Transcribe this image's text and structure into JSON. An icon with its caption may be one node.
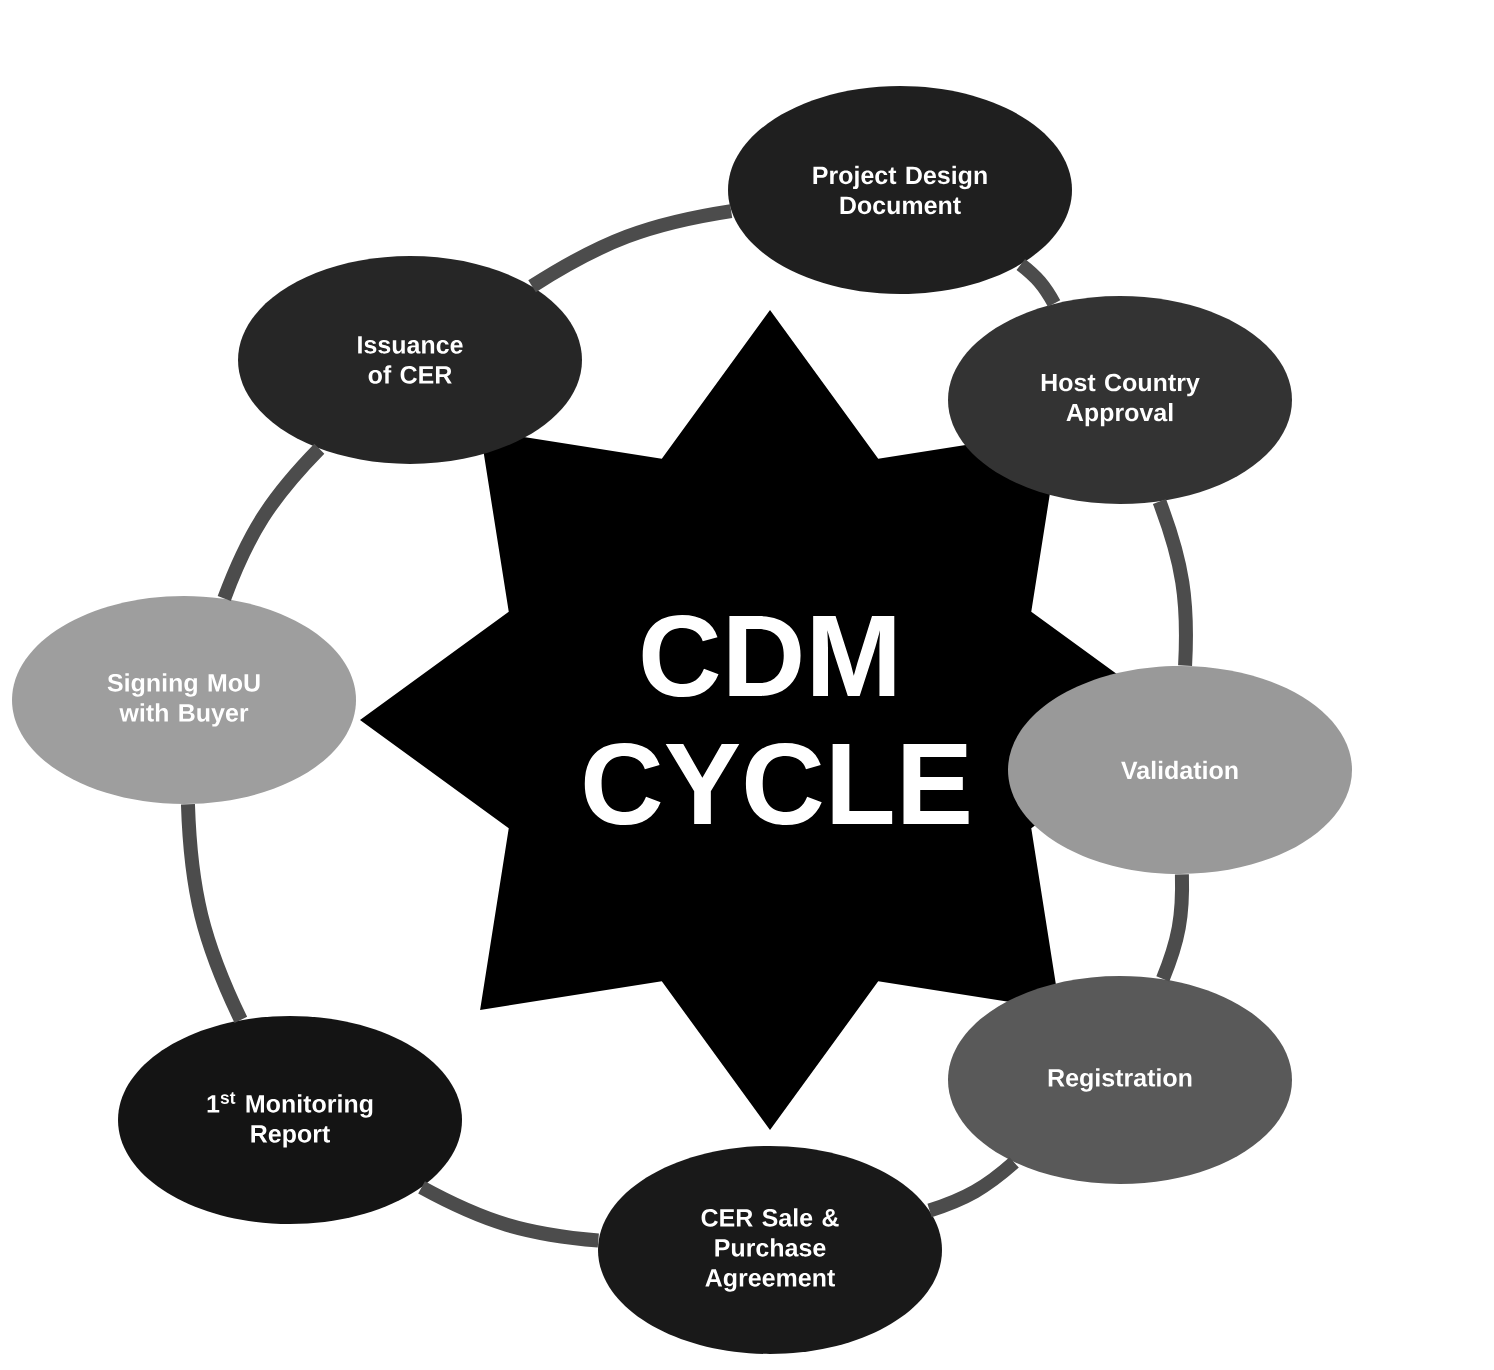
{
  "diagram": {
    "nodes": [
      {
        "text": [
          "CDM CYCLE"
        ]
      },
      {
        "text": [
          "Project Design Document"
        ]
      },
      {
        "text": [
          "Host Country Approval"
        ]
      },
      {
        "text": [
          "Validation"
        ]
      },
      {
        "text": [
          "Registration"
        ]
      },
      {
        "text": [
          "CER Sale & Purchase Agreement"
        ]
      },
      {
        "text": [
          "1$^{st}$ Monitoring Report"
        ]
      },
      {
        "text": [
          "Signing MoU with Buyer"
        ]
      },
      {
        "text": [
          "Issuance of CER"
        ]
      }
    ],
    "edges": [
      {
        "from": 1,
        "to": 2,
        "arrow": "none"
      },
      {
        "from": 2,
        "to": 3,
        "arrow": "none"
      },
      {
        "from": 3,
        "to": 4,
        "arrow": "none"
      },
      {
        "from": 4,
        "to": 5,
        "arrow": "none"
      },
      {
        "from": 5,
        "to": 6,
        "arrow": "none"
      },
      {
        "from": 6,
        "to": 7,
        "arrow": "none"
      },
      {
        "from": 7,
        "to": 8,
        "arrow": "none"
      },
      {
        "from": 8,
        "to": 1,
        "arrow": "none"
      }
    ]
  }
}
